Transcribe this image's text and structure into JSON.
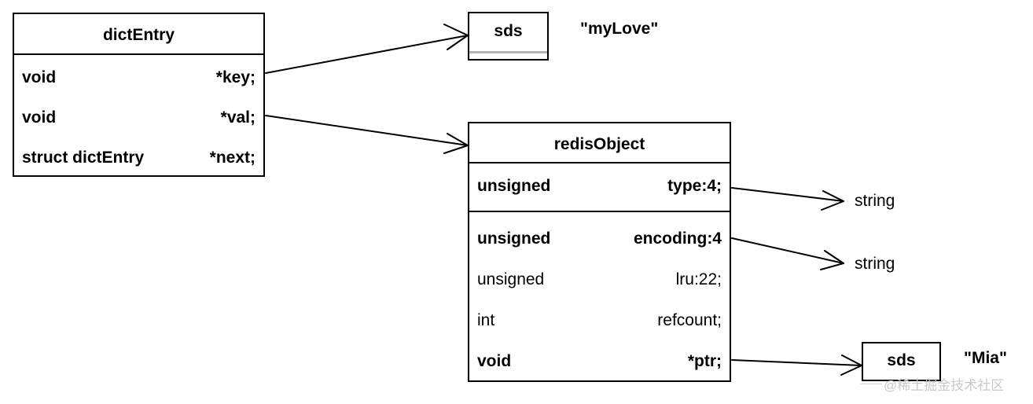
{
  "dictEntry": {
    "title": "dictEntry",
    "fields": [
      {
        "type": "void",
        "name": "*key;"
      },
      {
        "type": "void",
        "name": "*val;"
      },
      {
        "type": "struct dictEntry",
        "name": "*next;"
      }
    ]
  },
  "sds_top": {
    "title": "sds",
    "value": "\"myLove\""
  },
  "redisObject": {
    "title": "redisObject",
    "fields": [
      {
        "type": "unsigned",
        "name": "type:4;"
      },
      {
        "type": "unsigned",
        "name": "encoding:4"
      },
      {
        "type": "unsigned",
        "name": "lru:22;"
      },
      {
        "type": "int",
        "name": "refcount;"
      },
      {
        "type": "void",
        "name": "*ptr;"
      }
    ]
  },
  "type_value": "string",
  "encoding_value": "string",
  "sds_bottom": {
    "title": "sds",
    "value": "\"Mia\""
  },
  "watermark": "@稀土掘金技术社区"
}
